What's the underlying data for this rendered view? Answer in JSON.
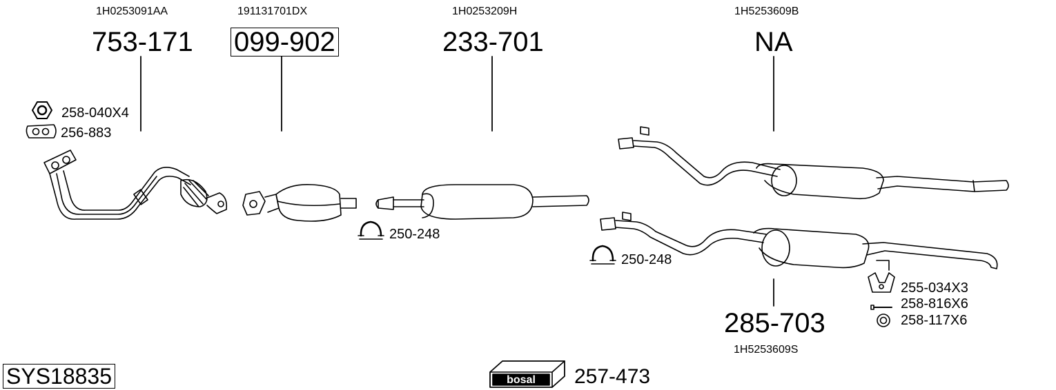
{
  "parts": {
    "downpipe": {
      "oem": "1H0253091AA",
      "number": "753-171"
    },
    "catalyst": {
      "oem": "191131701DX",
      "number": "099-902"
    },
    "middle": {
      "oem": "1H0253209H",
      "number": "233-701"
    },
    "rear_upper": {
      "oem": "1H5253609B",
      "number": "NA"
    },
    "rear_lower": {
      "oem": "1H5253609S",
      "number": "285-703"
    }
  },
  "accessories": {
    "nut": "258-040X4",
    "gasket": "256-883",
    "clamp_left": "250-248",
    "clamp_right": "250-248",
    "hanger": "255-034X3",
    "bolt": "258-816X6",
    "ring": "258-117X6"
  },
  "system_id": "SYS18835",
  "brand": {
    "logo_text": "bosal",
    "number": "257-473"
  }
}
